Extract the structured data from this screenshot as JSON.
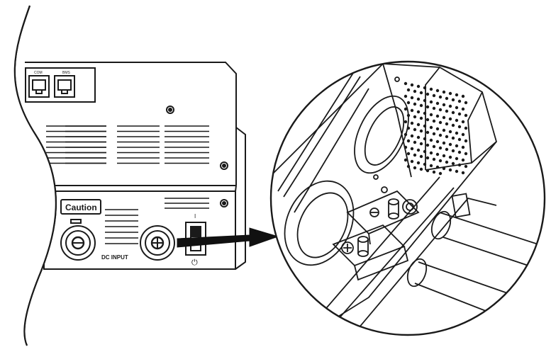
{
  "labels": {
    "com_port": "COM",
    "bms_port": "BMS",
    "caution": "Caution",
    "dc_input": "DC  INPUT",
    "switch_on": "I",
    "power_symbol": "⏻"
  },
  "colors": {
    "line": "#1a1a1a",
    "background": "#ffffff",
    "pointer_arrow": "#111111"
  }
}
